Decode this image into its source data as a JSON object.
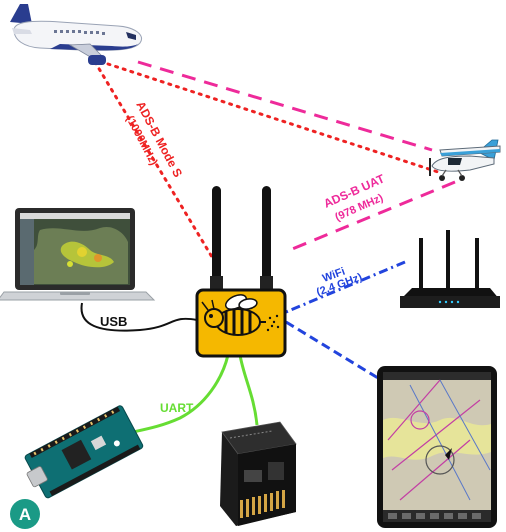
{
  "labels": {
    "adsb_mode_s": "ADS-B Mode S",
    "mode_s_freq": "(1090MHz)",
    "adsb_uat": "ADS-B UAT",
    "uat_freq": "(978 MHz)",
    "wifi": "WiFi",
    "wifi_freq": "(2.4 GHz)",
    "usb": "USB",
    "uart": "UART",
    "badge": "A"
  },
  "colors": {
    "mode_s_line": "#ee2222",
    "uat_line": "#ee2a9a",
    "wifi_line": "#2244dd",
    "uart_line": "#66dd33",
    "usb_line": "#111111",
    "hub_body": "#f5b800",
    "badge_bg": "#1a9a86"
  },
  "icons": [
    "airliner-icon",
    "small-plane-icon",
    "laptop-icon",
    "router-icon",
    "adsb-receiver-hub-icon",
    "bee-icon",
    "tablet-icon",
    "arduino-board-icon",
    "shield-board-icon"
  ]
}
